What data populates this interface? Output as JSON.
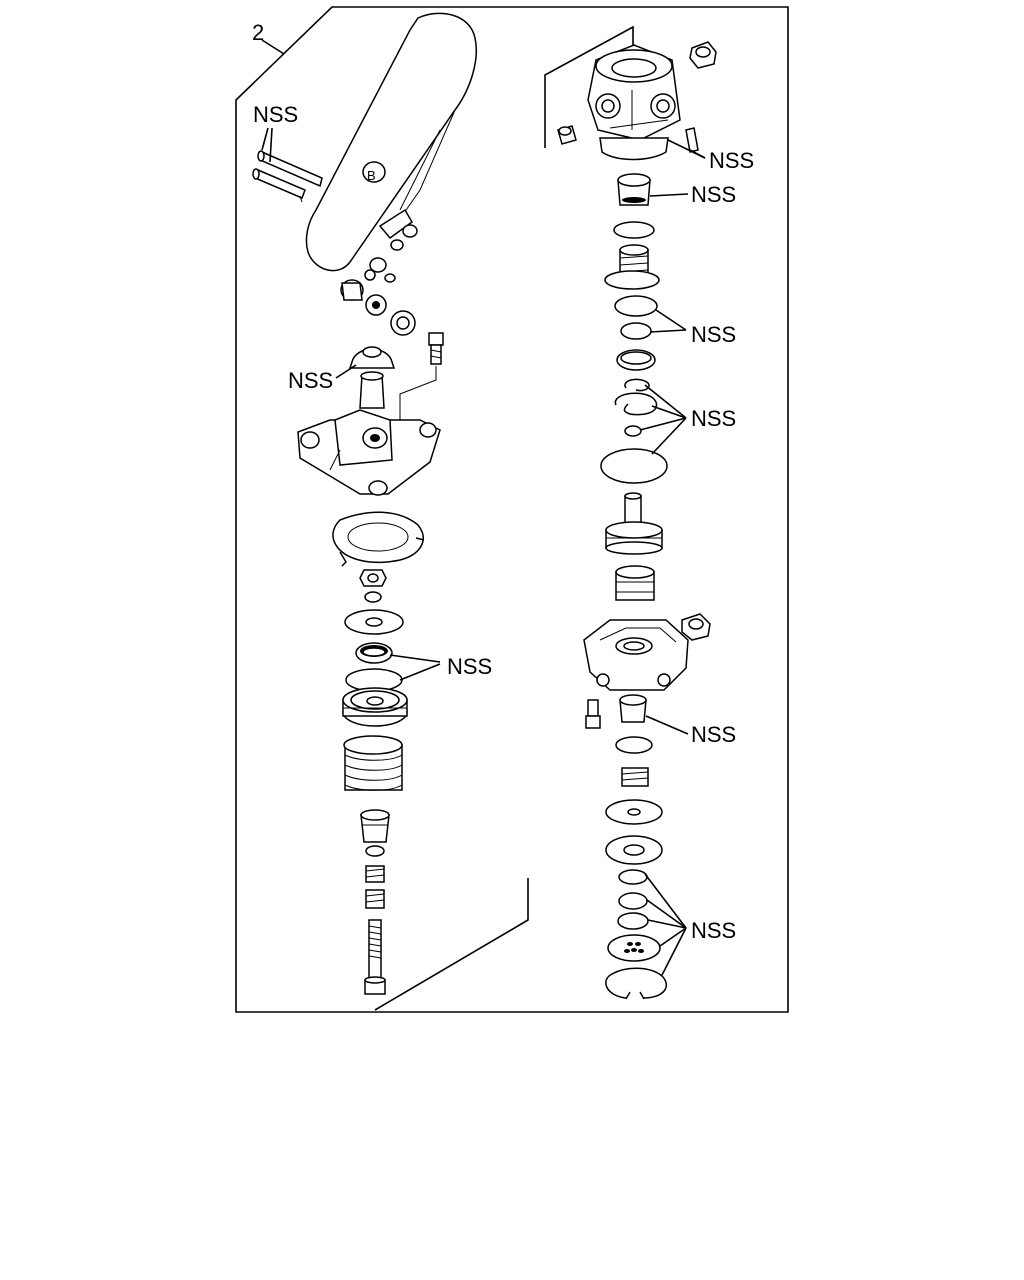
{
  "diagram": {
    "item_number": "2",
    "callouts": [
      {
        "id": "nss-pins",
        "text": "NSS"
      },
      {
        "id": "nss-boot",
        "text": "NSS"
      },
      {
        "id": "nss-seal-left",
        "text": "NSS"
      },
      {
        "id": "nss-upper-housing",
        "text": "NSS"
      },
      {
        "id": "nss-upper-piston",
        "text": "NSS"
      },
      {
        "id": "nss-orings-upper",
        "text": "NSS"
      },
      {
        "id": "nss-snaprings",
        "text": "NSS"
      },
      {
        "id": "nss-lower-piston",
        "text": "NSS"
      },
      {
        "id": "nss-lower-kit",
        "text": "NSS"
      }
    ]
  }
}
